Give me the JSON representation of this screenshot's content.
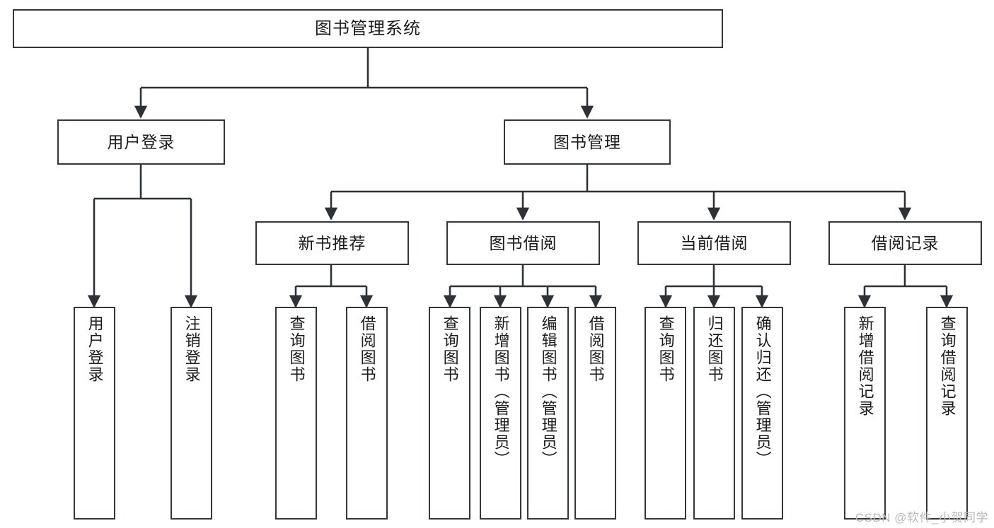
{
  "diagram": {
    "title": "图书管理系统",
    "watermark": "CSDN @软件_小贺同学",
    "style": {
      "background": "#ffffff",
      "box_border": "#33363b",
      "edge_color": "#2e3136",
      "text_color": "#1b1b1b",
      "watermark_color": "#b9b9b9"
    },
    "root": {
      "label": "图书管理系统"
    },
    "level1": [
      {
        "label": "用户登录"
      },
      {
        "label": "图书管理"
      }
    ],
    "level2": [
      {
        "label": "新书推荐"
      },
      {
        "label": "图书借阅"
      },
      {
        "label": "当前借阅"
      },
      {
        "label": "借阅记录"
      }
    ],
    "leaves": {
      "user_login": [
        {
          "label": "用户登录"
        },
        {
          "label": "注销登录"
        }
      ],
      "new_book_recommend": [
        {
          "label": "查询图书"
        },
        {
          "label": "借阅图书"
        }
      ],
      "book_borrow": [
        {
          "label": "查询图书"
        },
        {
          "label": "新增图书（管理员）"
        },
        {
          "label": "编辑图书（管理员）"
        },
        {
          "label": "借阅图书"
        }
      ],
      "current_borrow": [
        {
          "label": "查询图书"
        },
        {
          "label": "归还图书"
        },
        {
          "label": "确认归还（管理员）"
        }
      ],
      "borrow_record": [
        {
          "label": "新增借阅记录"
        },
        {
          "label": "查询借阅记录"
        }
      ]
    }
  }
}
